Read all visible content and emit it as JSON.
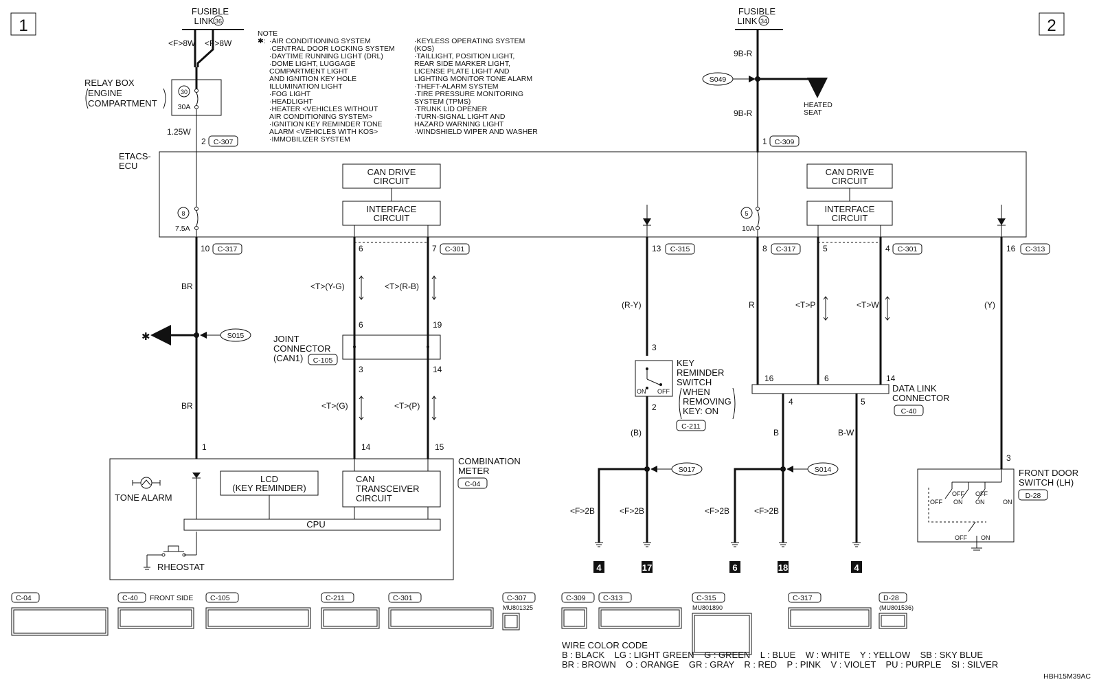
{
  "page": {
    "page_numbers": [
      "1",
      "2"
    ],
    "doc_code": "HBH15M39AC"
  },
  "fusible_links": [
    {
      "label": "FUSIBLE",
      "label2": "LINK",
      "num": "36"
    },
    {
      "label": "FUSIBLE",
      "label2": "LINK",
      "num": "34"
    }
  ],
  "note": {
    "title": "NOTE",
    "star": "✱:",
    "col1": [
      "·AIR CONDITIONING SYSTEM",
      "·CENTRAL DOOR LOCKING SYSTEM",
      "·DAYTIME RUNNING LIGHT (DRL)",
      "·DOME LIGHT, LUGGAGE",
      "  COMPARTMENT LIGHT",
      "  AND IGNITION KEY HOLE",
      "  ILLUMINATION LIGHT",
      "·FOG LIGHT",
      "·HEADLIGHT",
      "·HEATER <VEHICLES WITHOUT",
      "  AIR CONDITIONING SYSTEM>",
      "·IGNITION KEY REMINDER TONE",
      "  ALARM <VEHICLES WITH KOS>",
      "·IMMOBILIZER SYSTEM"
    ],
    "col2": [
      "·KEYLESS OPERATING SYSTEM",
      "  (KOS)",
      "·TAILLIGHT, POSITION LIGHT,",
      "  REAR SIDE MARKER LIGHT,",
      "  LICENSE PLATE LIGHT AND",
      "  LIGHTING MONITOR TONE ALARM",
      "·THEFT-ALARM SYSTEM",
      "·TIRE PRESSURE MONITORING",
      "  SYSTEM (TPMS)",
      "·TRUNK LID OPENER",
      "·TURN-SIGNAL LIGHT AND",
      "  HAZARD WARNING LIGHT",
      "·WINDSHIELD WIPER AND WASHER"
    ]
  },
  "relay_box": {
    "line1": "RELAY BOX",
    "line2": "ENGINE",
    "line3": "COMPARTMENT",
    "fuse": "30",
    "amp": "30A"
  },
  "etacs": {
    "line1": "ETACS-",
    "line2": "ECU"
  },
  "blocks": {
    "can_drive": {
      "line1": "CAN DRIVE",
      "line2": "CIRCUIT"
    },
    "interface": {
      "line1": "INTERFACE",
      "line2": "CIRCUIT"
    },
    "lcd": {
      "line1": "LCD",
      "line2": "(KEY REMINDER)"
    },
    "can_trans": {
      "line1": "CAN",
      "line2": "TRANSCEIVER",
      "line3": "CIRCUIT"
    },
    "cpu": "CPU"
  },
  "fuses": {
    "f8": "8",
    "f8a": "7.5A",
    "f5": "5",
    "f5a": "10A"
  },
  "wires": {
    "f8w_1": "<F>8W",
    "f8w_2": "<F>8W",
    "w125": "1.25W",
    "br1": "BR",
    "br2": "BR",
    "yg": "<T>(Y-G)",
    "rb": "<T>(R-B)",
    "tg": "<T>(G)",
    "tp": "<T>(P)",
    "ry": "(R-Y)",
    "b1": "(B)",
    "r": "R",
    "tpp": "<T>P",
    "tw": "<T>W",
    "b2": "B",
    "bw": "B-W",
    "y": "(Y)",
    "9br_1": "9B-R",
    "9br_2": "9B-R",
    "f2b_1": "<F>2B",
    "f2b_2": "<F>2B",
    "f2b_3": "<F>2B",
    "f2b_4": "<F>2B"
  },
  "pins": {
    "p2": "2",
    "c307": "C-307",
    "p1": "1",
    "c309": "C-309",
    "p10": "10",
    "c317a": "C-317",
    "p6": "6",
    "p7": "7",
    "c301a": "C-301",
    "p13": "13",
    "c315": "C-315",
    "p8": "8",
    "c317b": "C-317",
    "p5": "5",
    "p4": "4",
    "c301b": "C-301",
    "p16": "16",
    "c313": "C-313",
    "j6": "6",
    "j19": "19",
    "j3": "3",
    "j14": "14",
    "m1": "1",
    "m14": "14",
    "m15": "15",
    "k3": "3",
    "k2": "2",
    "d16": "16",
    "d6": "6",
    "d14": "14",
    "d4": "4",
    "d5": "5",
    "fd3": "3"
  },
  "splices": {
    "s049": "S049",
    "s015": "S015",
    "s017": "S017",
    "s014": "S014"
  },
  "heated_seat": {
    "line1": "HEATED",
    "line2": "SEAT"
  },
  "joint": {
    "line1": "JOINT",
    "line2": "CONNECTOR",
    "line3": "(CAN1)",
    "conn": "C-105"
  },
  "key_switch": {
    "line1": "KEY",
    "line2": "REMINDER",
    "line3": "SWITCH",
    "line4": "WHEN",
    "line5": "REMOVING",
    "line6": "KEY: ON",
    "conn": "C-211",
    "on": "ON",
    "off": "OFF"
  },
  "dlc": {
    "line1": "DATA LINK",
    "line2": "CONNECTOR",
    "conn": "C-40"
  },
  "meter": {
    "line1": "COMBINATION",
    "line2": "METER",
    "conn": "C-04",
    "tone": "TONE ALARM",
    "rheostat": "RHEOSTAT"
  },
  "front_door": {
    "line1": "FRONT DOOR",
    "line2": "SWITCH (LH)",
    "conn": "D-28",
    "off": "OFF",
    "on": "ON"
  },
  "star": "✱",
  "grounds": [
    "4",
    "17",
    "6",
    "18",
    "4"
  ],
  "connectors": [
    {
      "id": "C-04",
      "extra": ""
    },
    {
      "id": "C-40",
      "extra": "FRONT SIDE"
    },
    {
      "id": "C-105",
      "extra": ""
    },
    {
      "id": "C-211",
      "extra": ""
    },
    {
      "id": "C-301",
      "extra": ""
    },
    {
      "id": "C-307",
      "extra": "MU801325"
    },
    {
      "id": "C-309",
      "extra": ""
    },
    {
      "id": "C-313",
      "extra": ""
    },
    {
      "id": "C-315",
      "extra": "MU801890"
    },
    {
      "id": "C-317",
      "extra": ""
    },
    {
      "id": "D-28",
      "extra": "(MU801536)"
    }
  ],
  "wire_color_code": {
    "title": "WIRE COLOR CODE",
    "row1": "B : BLACK    LG : LIGHT GREEN    G : GREEN    L : BLUE    W : WHITE    Y : YELLOW    SB : SKY BLUE",
    "row2": "BR : BROWN    O : ORANGE    GR : GRAY    R : RED    P : PINK    V : VIOLET    PU : PURPLE    SI : SILVER"
  }
}
